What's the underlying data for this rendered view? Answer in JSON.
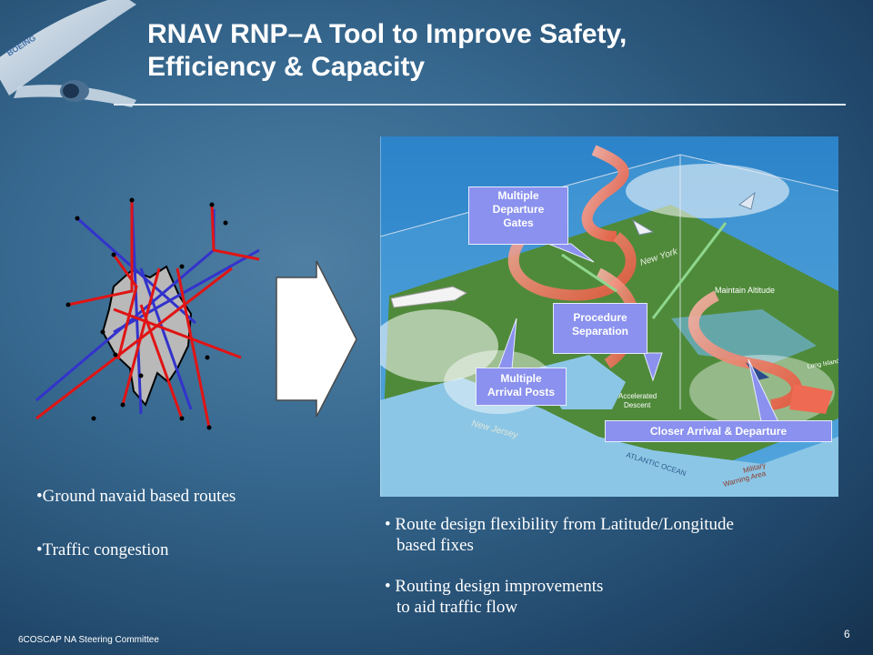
{
  "slide": {
    "title_line1": "RNAV RNP–A Tool to Improve Safety,",
    "title_line2": "Efficiency & Capacity",
    "left_bullets": [
      "•Ground navaid based routes",
      "•Traffic congestion"
    ],
    "right_bullets": [
      {
        "bullet": "•",
        "line1": "Route design flexibility from Latitude/Longitude",
        "line2": "based fixes"
      },
      {
        "bullet": "•",
        "line1": "Routing design improvements",
        "line2": "to aid traffic flow"
      }
    ],
    "footer": "6COSCAP NA Steering Committee",
    "page_number": "6"
  },
  "aircraft_logo": "BOEING",
  "figure": {
    "callouts": {
      "departure_gates": [
        "Multiple",
        "Departure",
        "Gates"
      ],
      "procedure_separation": [
        "Procedure",
        "Separation"
      ],
      "arrival_posts": [
        "Multiple",
        "Arrival Posts"
      ],
      "closer_arrival": "Closer Arrival  & Departure"
    },
    "map_labels": {
      "new_york": "New York",
      "maintain_altitude": "Maintain Altitude",
      "accelerated": "Accelerated",
      "descent": "Descent",
      "new_jersey": "New Jersey",
      "atlantic": "ATLANTIC OCEAN",
      "military1": "Military",
      "military2": "Warning Area",
      "long_island": "Long Island"
    }
  },
  "colors": {
    "callout_fill": "#8a91ee",
    "route_red": "#e01414",
    "route_blue": "#3333cc",
    "land_green": "#4f8a3a",
    "water_blue": "#8cc6e6"
  }
}
